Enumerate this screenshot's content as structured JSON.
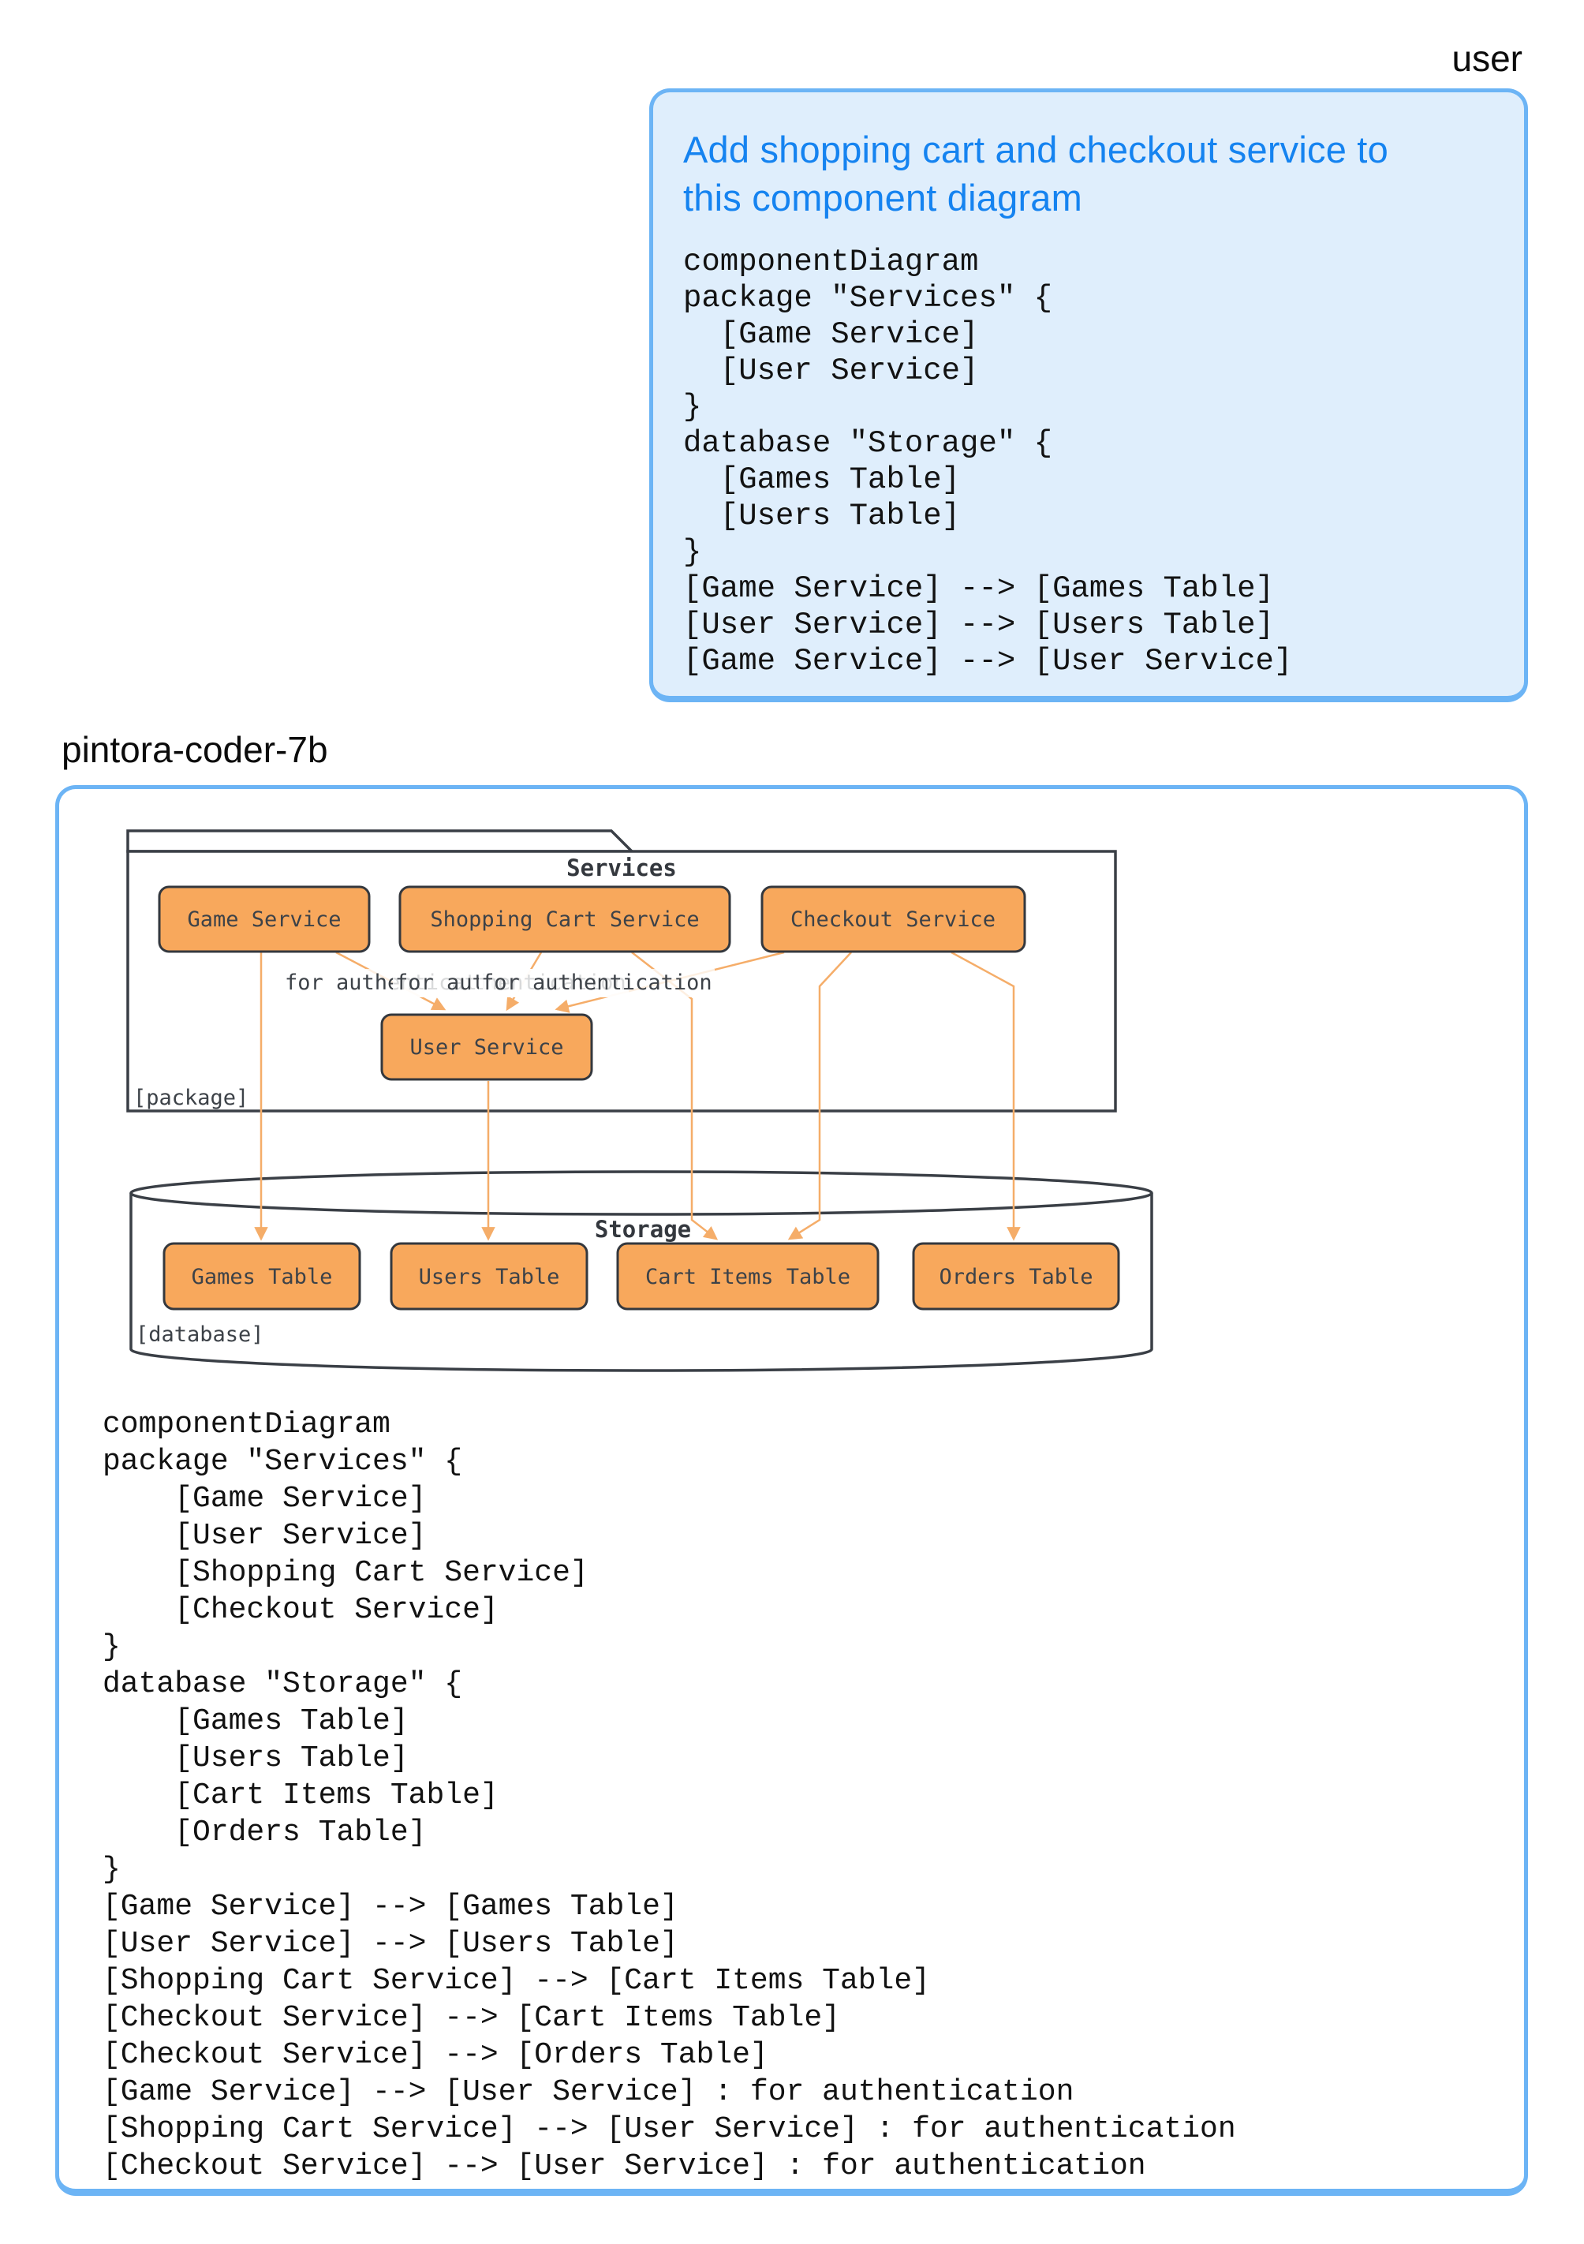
{
  "user_turn": {
    "speaker_label": "user",
    "title": "Add shopping cart and checkout service to\nthis component diagram",
    "code_lines": [
      "componentDiagram",
      "package \"Services\" {",
      "  [Game Service]",
      "  [User Service]",
      "}",
      "database \"Storage\" {",
      "  [Games Table]",
      "  [Users Table]",
      "}",
      "[Game Service] --> [Games Table]",
      "[User Service] --> [Users Table]",
      "[Game Service] --> [User Service]"
    ]
  },
  "model_turn": {
    "speaker_label": "pintora-coder-7b",
    "code_lines": [
      "componentDiagram",
      "package \"Services\" {",
      "    [Game Service]",
      "    [User Service]",
      "    [Shopping Cart Service]",
      "    [Checkout Service]",
      "}",
      "database \"Storage\" {",
      "    [Games Table]",
      "    [Users Table]",
      "    [Cart Items Table]",
      "    [Orders Table]",
      "}",
      "[Game Service] --> [Games Table]",
      "[User Service] --> [Users Table]",
      "[Shopping Cart Service] --> [Cart Items Table]",
      "[Checkout Service] --> [Cart Items Table]",
      "[Checkout Service] --> [Orders Table]",
      "[Game Service] --> [User Service] : for authentication",
      "[Shopping Cart Service] --> [User Service] : for authentication",
      "[Checkout Service] --> [User Service] : for authentication"
    ]
  },
  "diagram": {
    "package": {
      "title": "Services",
      "stereotype": "[package]",
      "nodes": {
        "game": "Game Service",
        "cart": "Shopping Cart Service",
        "checkout": "Checkout Service",
        "user": "User Service"
      }
    },
    "database": {
      "title": "Storage",
      "stereotype": "[database]",
      "nodes": {
        "games": "Games Table",
        "users": "Users Table",
        "cart_items": "Cart Items Table",
        "orders": "Orders Table"
      }
    },
    "edge_labels": {
      "auth1": "for authentication",
      "auth2": "for authentication",
      "auth3": "for authentication"
    }
  },
  "colors": {
    "bubble_border": "#6cb4f5",
    "user_bubble_bg": "#dfeefc",
    "prompt_title_blue": "#1583f0",
    "node_fill": "#f8a85c",
    "node_stroke": "#34383e",
    "edge_orange": "#f5ad69",
    "diagram_outline": "#3a3f46",
    "diagram_text": "#3d4248"
  }
}
